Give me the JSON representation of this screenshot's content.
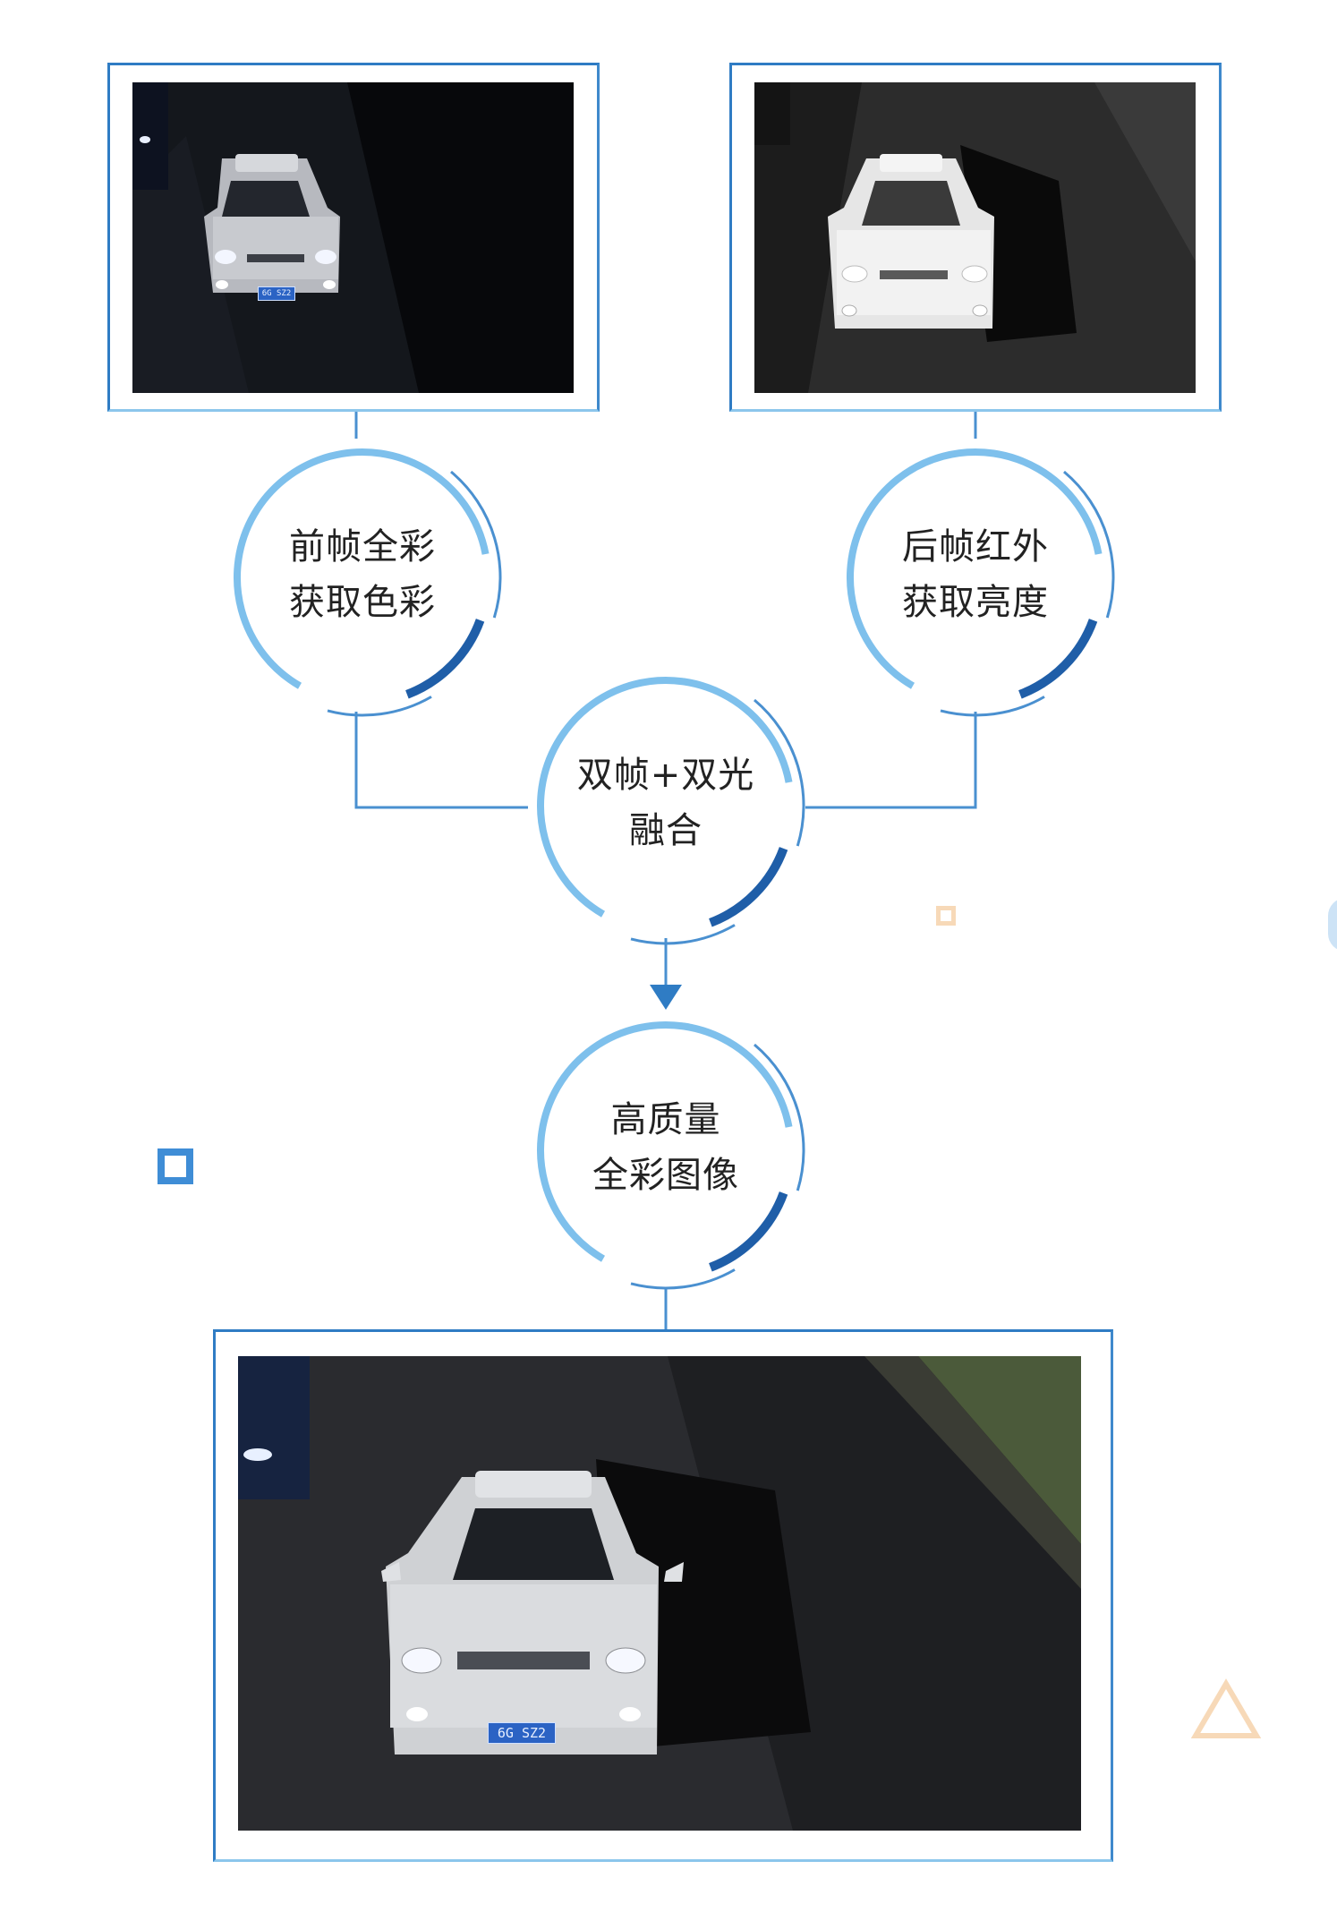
{
  "top_left": {
    "title_lines": [
      "前帧全彩",
      "获取色彩"
    ],
    "plate": "6G SZ2"
  },
  "top_right": {
    "title_lines": [
      "后帧红外",
      "获取亮度"
    ]
  },
  "fusion": {
    "title_lines": [
      "双帧+双光",
      "融合"
    ]
  },
  "output": {
    "title_lines": [
      "高质量",
      "全彩图像"
    ],
    "plate": "6G SZ2"
  },
  "colors": {
    "ring_dark": "#1f5ea8",
    "ring_light": "#7ec0ec",
    "frame": "#4b9ad8",
    "connector": "#4a90d0",
    "deco_orange": "#f7d9b8",
    "deco_blue": "#3f8dd6"
  }
}
